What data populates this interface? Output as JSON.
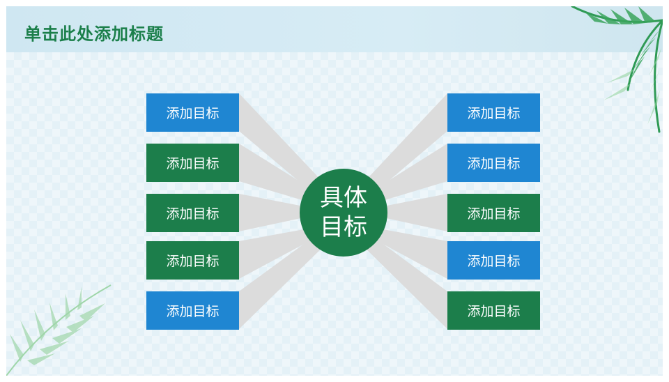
{
  "title": "单击此处添加标题",
  "center": {
    "label": "具体\n目标"
  },
  "left_items": [
    {
      "label": "添加目标",
      "color": "#1f86d2"
    },
    {
      "label": "添加目标",
      "color": "#1c7e4b"
    },
    {
      "label": "添加目标",
      "color": "#1c7e4b"
    },
    {
      "label": "添加目标",
      "color": "#1c7e4b"
    },
    {
      "label": "添加目标",
      "color": "#1f86d2"
    }
  ],
  "right_items": [
    {
      "label": "添加目标",
      "color": "#1f86d2"
    },
    {
      "label": "添加目标",
      "color": "#1f86d2"
    },
    {
      "label": "添加目标",
      "color": "#1c7e4b"
    },
    {
      "label": "添加目标",
      "color": "#1f86d2"
    },
    {
      "label": "添加目标",
      "color": "#1c7e4b"
    }
  ],
  "colors": {
    "accent_green": "#1c7e4b",
    "accent_blue": "#1f86d2",
    "connector": "#dcdcdc"
  }
}
